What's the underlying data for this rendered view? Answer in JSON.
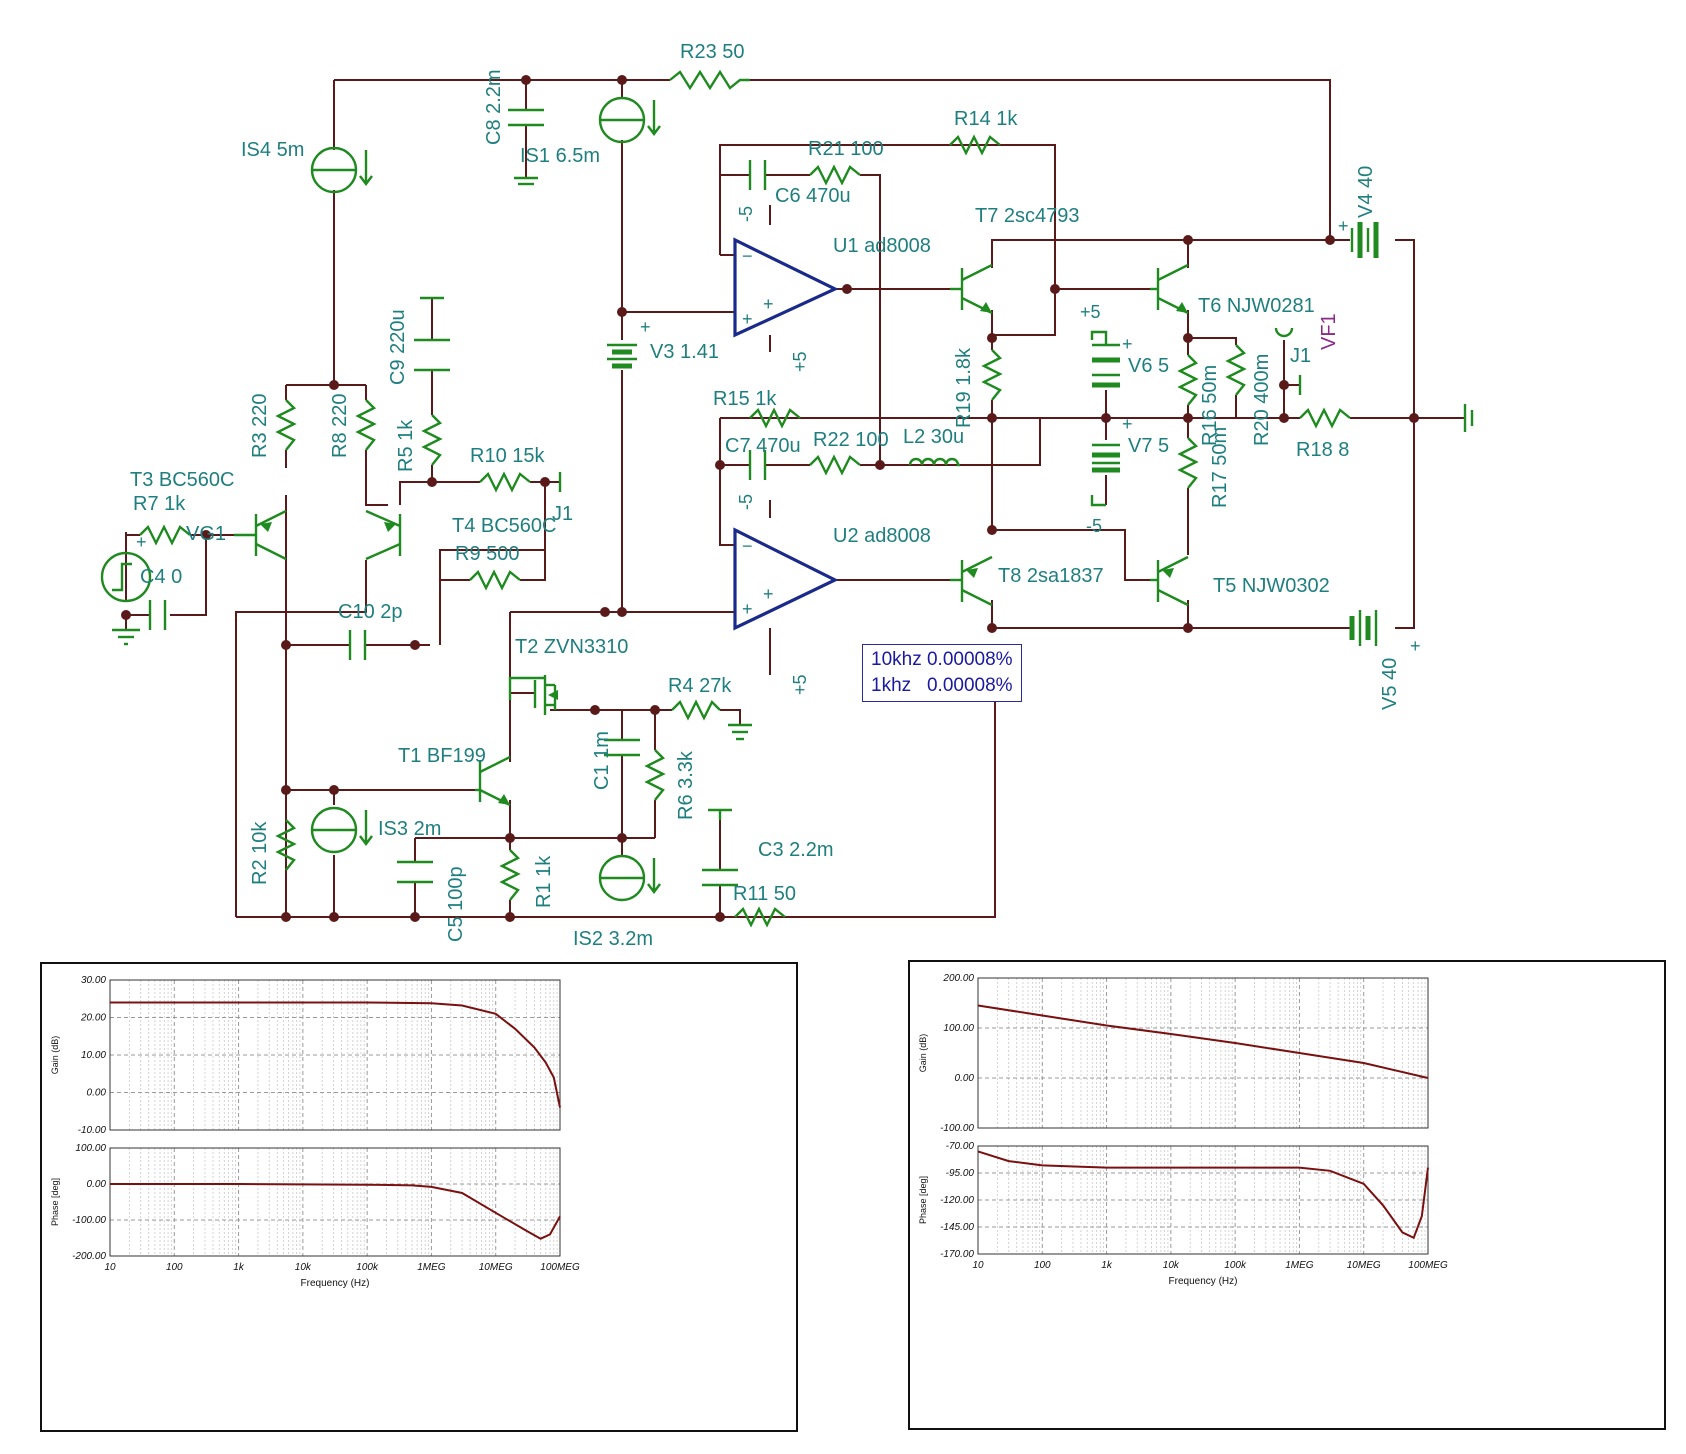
{
  "components": {
    "R23": "R23 50",
    "IS4": "IS4 5m",
    "C8": "C8 2.2m",
    "IS1": "IS1 6.5m",
    "R21": "R21 100",
    "C6": "C6 470u",
    "R14": "R14 1k",
    "U1": "U1 ad8008",
    "T7": "T7 2sc4793",
    "V4": "V4 40",
    "T6": "T6 NJW0281",
    "V6": "V6 5",
    "R16": "R16 50m",
    "R20": "R20 400m",
    "J1": "J1",
    "VF1": "VF1",
    "R18": "R18 8",
    "R19": "R19 1.8k",
    "R17": "R17 50m",
    "V7": "V7 5",
    "C9": "C9 220u",
    "R3": "R3 220",
    "R8": "R8 220",
    "R5": "R5 1k",
    "R10": "R10 15k",
    "J1b": "J1",
    "T3": "T3 BC560C",
    "R7": "R7 1k",
    "VG1": "VG1",
    "C4": "C4 0",
    "T4": "T4 BC560C",
    "R9": "R9 500",
    "C10": "C10 2p",
    "V3": "V3 1.41",
    "R15": "R15 1k",
    "C7": "C7 470u",
    "R22": "R22 100",
    "L2": "L2 30u",
    "U2": "U2 ad8008",
    "T8": "T8 2sa1837",
    "T5": "T5 NJW0302",
    "V5": "V5 40",
    "T2": "T2 ZVN3310",
    "R4": "R4 27k",
    "C1": "C1 1m",
    "R6": "R6 3.3k",
    "T1": "T1 BF199",
    "IS3": "IS3 2m",
    "R2": "R2 10k",
    "C5": "C5 100p",
    "R1": "R1 1k",
    "IS2": "IS2 3.2m",
    "C3": "C3 2.2m",
    "R11": "R11 50"
  },
  "pins": {
    "m5": "-5",
    "p5": "+5",
    "plus": "+"
  },
  "result_box": {
    "line1": "10khz 0.00008%",
    "line2": "1khz   0.00008%"
  },
  "plots": [
    {
      "xlabel": "Frequency (Hz)",
      "xticks": [
        "10",
        "100",
        "1k",
        "10k",
        "100k",
        "1MEG",
        "10MEG",
        "100MEG"
      ],
      "gain": {
        "ylabel": "Gain (dB)",
        "yticks": [
          "30.00",
          "20.00",
          "10.00",
          "0.00",
          "-10.00"
        ],
        "ylim": [
          -10,
          30
        ],
        "points": [
          [
            10,
            24
          ],
          [
            100,
            24
          ],
          [
            1000,
            24
          ],
          [
            10000,
            24
          ],
          [
            100000,
            24
          ],
          [
            1000000,
            23.8
          ],
          [
            3000000,
            23.2
          ],
          [
            10000000,
            21
          ],
          [
            20000000,
            17
          ],
          [
            40000000,
            12
          ],
          [
            60000000,
            8
          ],
          [
            80000000,
            4
          ],
          [
            100000000,
            -4
          ]
        ]
      },
      "phase": {
        "ylabel": "Phase [deg]",
        "yticks": [
          "100.00",
          "0.00",
          "-100.00",
          "-200.00"
        ],
        "ylim": [
          -200,
          100
        ],
        "points": [
          [
            10,
            0
          ],
          [
            100,
            0
          ],
          [
            1000,
            0
          ],
          [
            10000,
            -1
          ],
          [
            100000,
            -2
          ],
          [
            500000,
            -4
          ],
          [
            1000000,
            -8
          ],
          [
            3000000,
            -25
          ],
          [
            10000000,
            -80
          ],
          [
            30000000,
            -130
          ],
          [
            50000000,
            -152
          ],
          [
            70000000,
            -140
          ],
          [
            100000000,
            -90
          ]
        ]
      }
    },
    {
      "xlabel": "Frequency (Hz)",
      "xticks": [
        "10",
        "100",
        "1k",
        "10k",
        "100k",
        "1MEG",
        "10MEG",
        "100MEG"
      ],
      "gain": {
        "ylabel": "Gain (dB)",
        "yticks": [
          "200.00",
          "100.00",
          "0.00",
          "-100.00"
        ],
        "ylim": [
          -100,
          200
        ],
        "points": [
          [
            10,
            145
          ],
          [
            100,
            125
          ],
          [
            1000,
            105
          ],
          [
            10000,
            88
          ],
          [
            100000,
            70
          ],
          [
            1000000,
            50
          ],
          [
            10000000,
            30
          ],
          [
            100000000,
            0
          ]
        ]
      },
      "phase": {
        "ylabel": "Phase [deg]",
        "yticks": [
          "-70.00",
          "-95.00",
          "-120.00",
          "-145.00",
          "-170.00"
        ],
        "ylim": [
          -170,
          -70
        ],
        "points": [
          [
            10,
            -75
          ],
          [
            30,
            -84
          ],
          [
            100,
            -88
          ],
          [
            1000,
            -90
          ],
          [
            10000,
            -90
          ],
          [
            100000,
            -90
          ],
          [
            1000000,
            -90
          ],
          [
            3000000,
            -93
          ],
          [
            10000000,
            -105
          ],
          [
            20000000,
            -125
          ],
          [
            40000000,
            -150
          ],
          [
            60000000,
            -155
          ],
          [
            80000000,
            -135
          ],
          [
            100000000,
            -90
          ]
        ]
      }
    }
  ]
}
